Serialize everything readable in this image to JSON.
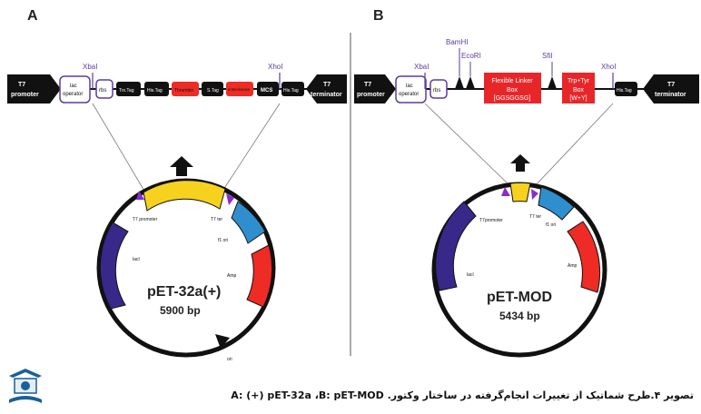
{
  "panels": [
    {
      "letter": "A",
      "cassette": {
        "promoter_label_1": "T7",
        "promoter_label_2": "promoter",
        "lac_operator_1": "lac",
        "lac_operator_2": "operator",
        "rbs": "rbs",
        "xba": "XbaI",
        "xho": "XhoI",
        "elements": [
          "Trx.Tag",
          "His.Tag",
          "Thrombin",
          "S.Tag",
          "enterokinase",
          "MCS",
          "His.Tag"
        ],
        "terminator_label_1": "T7",
        "terminator_label_2": "terminator"
      },
      "plasmid": {
        "name": "pET-32a(+)",
        "size": "5900 bp",
        "labels": [
          "T7 promoter",
          "T7 ter",
          "f1 ori",
          "Amp",
          "lacI",
          "ori"
        ]
      }
    },
    {
      "letter": "B",
      "cassette": {
        "promoter_label_1": "T7",
        "promoter_label_2": "promoter",
        "lac_operator_1": "lac",
        "lac_operator_2": "operator",
        "rbs": "rbs",
        "xba": "XbaI",
        "bamhi": "BamHI",
        "ecori": "EcoRI",
        "linker_1": "Flexible Linker",
        "linker_2": "Box",
        "linker_3": "[GGSGGSG]",
        "sfi": "SfiI",
        "trp_1": "Trp+Tyr",
        "trp_2": "Box",
        "trp_3": "[W+Y]",
        "xho": "XhoI",
        "his": "His.Tag",
        "terminator_label_1": "T7",
        "terminator_label_2": "terminator"
      },
      "plasmid": {
        "name": "pET-MOD",
        "size": "5434 bp",
        "labels": [
          "T7promoter",
          "T7 ter",
          "f1 ori",
          "Amp",
          "lacI"
        ]
      }
    }
  ],
  "caption": "تصویر ۴.طرح شماتیک از تغییرات انجام‌گرفته در ساختار وکتور. A: (+) pET-32a ،B: pET-MOD",
  "colors": {
    "yellow": "#f6d21e",
    "blue": "#2f8fce",
    "red": "#ee2b25",
    "indigo": "#38288a",
    "restriction": "#5b3c9e",
    "linker_red": "#e8262a"
  }
}
